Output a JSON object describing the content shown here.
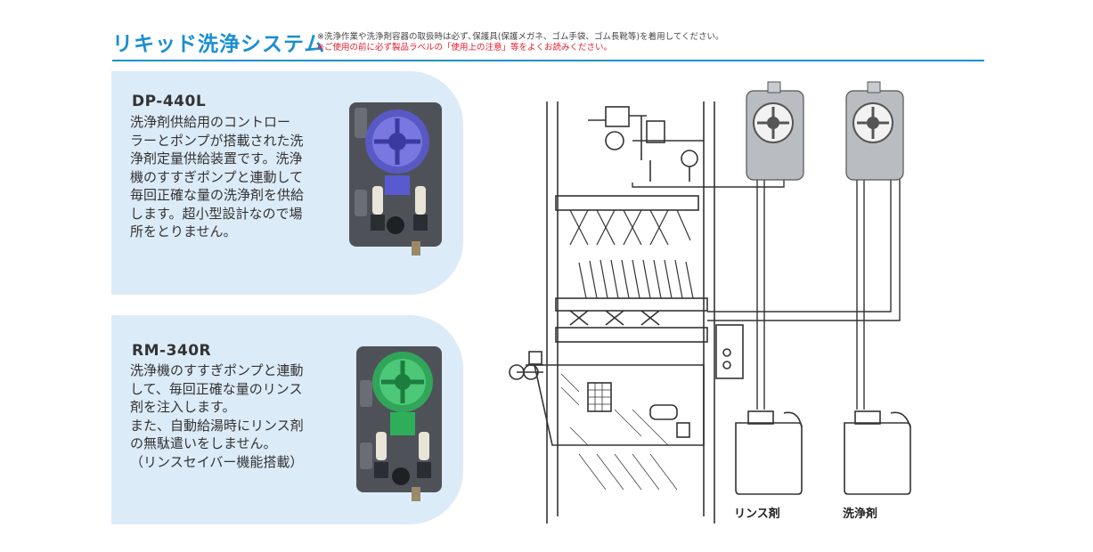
{
  "header": {
    "title": "リキッド洗浄システム",
    "note_1": "※洗浄作業や洗浄剤容器の取扱時は必ず､保護具(保護メガネ、ゴム手袋、ゴム長靴等)を着用してください。",
    "note_2": "※ご使用の前に必ず製品ラベルの「使用上の注意」等をよくお読みください。"
  },
  "products": [
    {
      "model": "DP-440L",
      "description_lines": [
        "洗浄剤供給用のコントロー",
        "ラーとポンプが搭載された洗",
        "浄剤定量供給装置です。洗浄",
        "機のすすぎポンプと連動して",
        "毎回正確な量の洗浄剤を供給",
        "します。超小型設計なので場",
        "所をとりません。"
      ],
      "pump_color": "#5a5ad0"
    },
    {
      "model": "RM-340R",
      "description_lines": [
        "洗浄機のすすぎポンプと連動",
        "して、毎回正確な量のリンス",
        "剤を注入します。",
        "また、自動給湯時にリンス剤",
        "の無駄遣いをしません。",
        "（リンスセイバー機能搭載）"
      ],
      "pump_color": "#2fae5a"
    }
  ],
  "diagram": {
    "tank_labels": [
      "リンス剤",
      "洗浄剤"
    ]
  },
  "colors": {
    "accent": "#1a8fd1",
    "warning": "#e5192a",
    "card_bg": "#dcebf8"
  }
}
